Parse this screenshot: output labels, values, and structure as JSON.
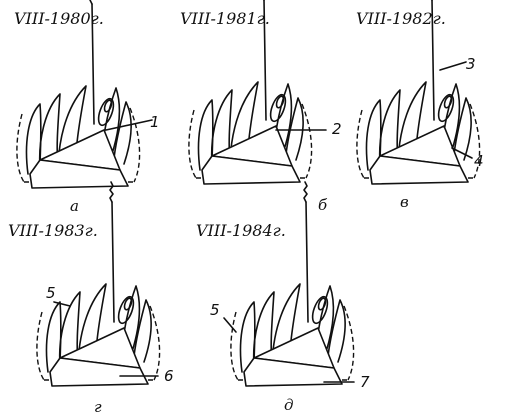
{
  "panels": [
    {
      "id": "a",
      "date": "VIII-1980г.",
      "letter": "а",
      "callouts": [
        "1"
      ]
    },
    {
      "id": "b",
      "date": "VIII-1981г.",
      "letter": "б",
      "callouts": [
        "2"
      ]
    },
    {
      "id": "c",
      "date": "VIII-1982г.",
      "letter": "в",
      "callouts": [
        "3",
        "4"
      ]
    },
    {
      "id": "d",
      "date": "VIII-1983г.",
      "letter": "г",
      "callouts": [
        "5",
        "6"
      ]
    },
    {
      "id": "e",
      "date": "VIII-1984г.",
      "letter": "д",
      "callouts": [
        "5",
        "7"
      ]
    }
  ]
}
